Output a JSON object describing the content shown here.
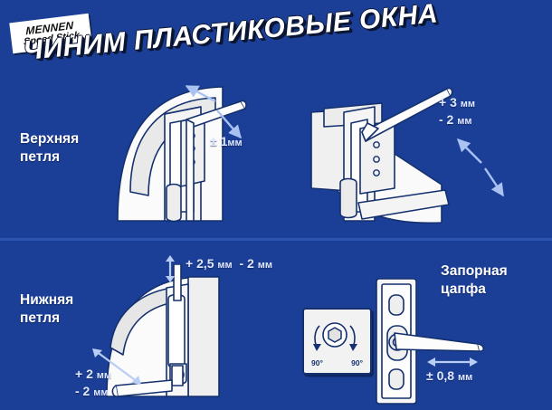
{
  "poster": {
    "background_color": "#1b3f96",
    "divider_color": "#2b55ae",
    "accent_text_color": "#dfe8ff",
    "outline_color": "#14306f",
    "headline": "ЧИНИМ ПЛАСТИКОВЫЕ ОКНА"
  },
  "logo": {
    "line1": "MENNEN",
    "line2": "Speed Stick"
  },
  "sections": {
    "upper_hinge": {
      "label_line1": "Верхняя",
      "label_line2": "петля",
      "diagrams": [
        {
          "name": "upper-hinge-front-adjust",
          "measurements": [
            {
              "value": "± 1",
              "unit": "мм"
            }
          ]
        },
        {
          "name": "upper-hinge-side-adjust",
          "measurements": [
            {
              "value": "+ 3",
              "unit": "мм"
            },
            {
              "value": "- 2",
              "unit": "мм"
            }
          ]
        }
      ]
    },
    "lower_hinge": {
      "label_line1": "Нижняя",
      "label_line2": "петля",
      "diagrams": [
        {
          "name": "lower-hinge-height-adjust",
          "measurements": [
            {
              "value": "+ 2,5",
              "unit": "мм"
            },
            {
              "value": "- 2",
              "unit": "мм"
            }
          ]
        },
        {
          "name": "lower-hinge-lateral-adjust",
          "measurements": [
            {
              "value": "+ 2",
              "unit": "мм"
            },
            {
              "value": "- 2",
              "unit": "мм"
            }
          ]
        }
      ]
    },
    "locking_cam": {
      "label_line1": "Запорная",
      "label_line2": "цапфа",
      "dial": {
        "name": "cam-rotation-dial",
        "angle_left": "90°",
        "angle_right": "90°"
      },
      "measurements": [
        {
          "value": "± 0,8",
          "unit": "мм"
        }
      ]
    }
  }
}
